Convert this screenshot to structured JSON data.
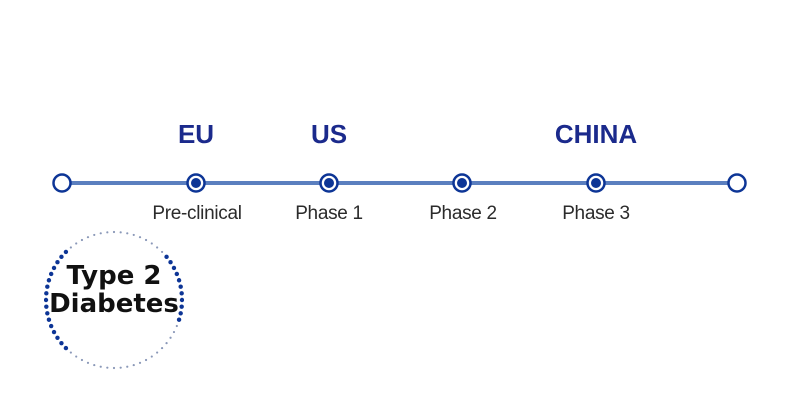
{
  "colors": {
    "line": "#5b7fbf",
    "node": "#0d3596",
    "region_text": "#1b2a8c",
    "phase_text": "#2b2b2b",
    "badge_dots_dark": "#0d3596",
    "badge_dots_light": "#8a98b8"
  },
  "regions": [
    {
      "label": "EU"
    },
    {
      "label": "US"
    },
    {
      "label": "CHINA"
    }
  ],
  "phases": [
    {
      "label": "Pre-clinical"
    },
    {
      "label": "Phase 1"
    },
    {
      "label": "Phase 2"
    },
    {
      "label": "Phase 3"
    }
  ],
  "badge": {
    "line1": "Type 2",
    "line2": "Diabetes",
    "icon": "dotted-circle"
  }
}
